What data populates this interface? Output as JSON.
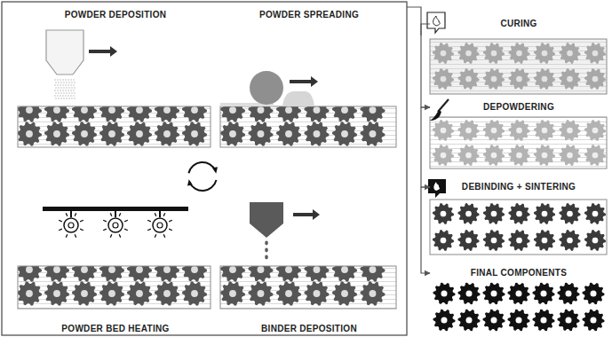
{
  "diagram": {
    "nodes": [
      {
        "text": [
          "POWDER DEPOSITION"
        ]
      },
      {
        "text": [
          "POWDER SPREADING"
        ]
      },
      {
        "text": [
          "POWDER BED HEATING"
        ]
      },
      {
        "text": [
          "BINDER DEPOSITION"
        ]
      },
      {
        "text": [
          "CURING"
        ]
      },
      {
        "text": [
          "DEPOWDERING"
        ]
      },
      {
        "text": [
          "DEBINDING + SINTERING"
        ]
      },
      {
        "text": [
          "FINAL COMPONENTS"
        ]
      }
    ],
    "edges": [
      {
        "from": 4,
        "to": 5,
        "arrow": "to"
      },
      {
        "from": 5,
        "to": 6,
        "arrow": "to"
      },
      {
        "from": 6,
        "to": 7,
        "arrow": "to"
      }
    ]
  }
}
